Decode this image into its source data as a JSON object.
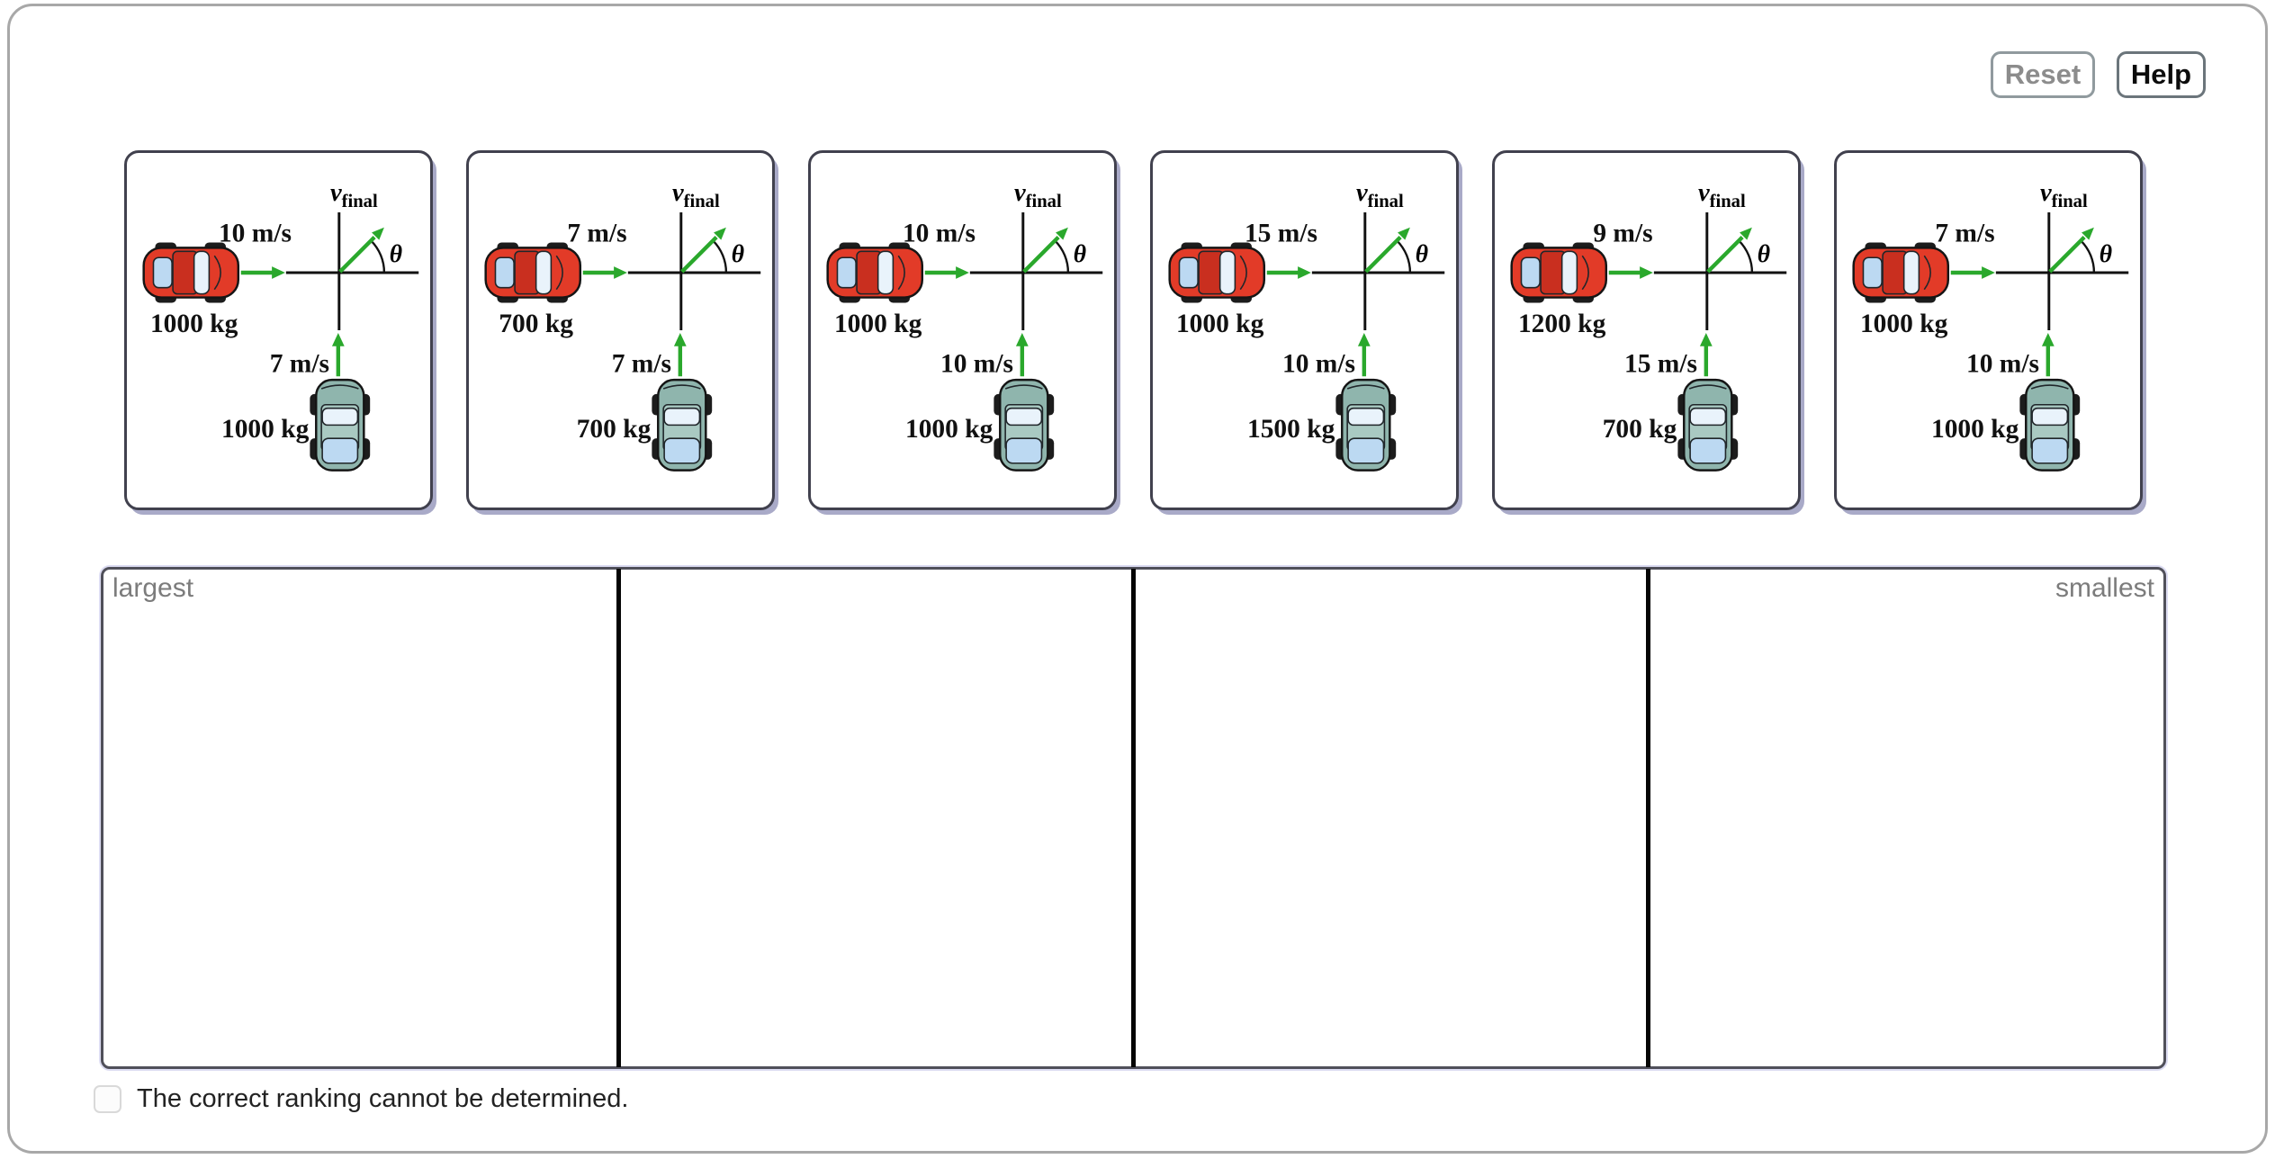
{
  "colors": {
    "arrow-green": "#2aa82c",
    "car-red": "#e23b28",
    "car-red-dark": "#c92f1f",
    "car-teal": "#8fb5ad",
    "car-teal-light": "#a9c9c2",
    "window-blue": "#bcd9f2",
    "windshield-white": "#e9f3fb"
  },
  "toolbar": {
    "reset_label": "Reset",
    "help_label": "Help"
  },
  "card_labels": {
    "v": "v",
    "v_sub": "final",
    "theta": "θ"
  },
  "cards": [
    {
      "right_car": {
        "speed": "10 m/s",
        "mass": "1000 kg"
      },
      "up_car": {
        "speed": "7 m/s",
        "mass": "1000 kg"
      }
    },
    {
      "right_car": {
        "speed": "7 m/s",
        "mass": "700 kg"
      },
      "up_car": {
        "speed": "7 m/s",
        "mass": "700 kg"
      }
    },
    {
      "right_car": {
        "speed": "10 m/s",
        "mass": "1000 kg"
      },
      "up_car": {
        "speed": "10 m/s",
        "mass": "1000 kg"
      }
    },
    {
      "right_car": {
        "speed": "15 m/s",
        "mass": "1000 kg"
      },
      "up_car": {
        "speed": "10 m/s",
        "mass": "1500 kg"
      }
    },
    {
      "right_car": {
        "speed": "9 m/s",
        "mass": "1200 kg"
      },
      "up_car": {
        "speed": "15 m/s",
        "mass": "700 kg"
      }
    },
    {
      "right_car": {
        "speed": "7 m/s",
        "mass": "1000 kg"
      },
      "up_car": {
        "speed": "10 m/s",
        "mass": "1000 kg"
      }
    }
  ],
  "ranking": {
    "largest_label": "largest",
    "smallest_label": "smallest",
    "slot_count": 4
  },
  "footer": {
    "checkbox_label": "The correct ranking cannot be determined.",
    "checkbox_checked": false
  }
}
